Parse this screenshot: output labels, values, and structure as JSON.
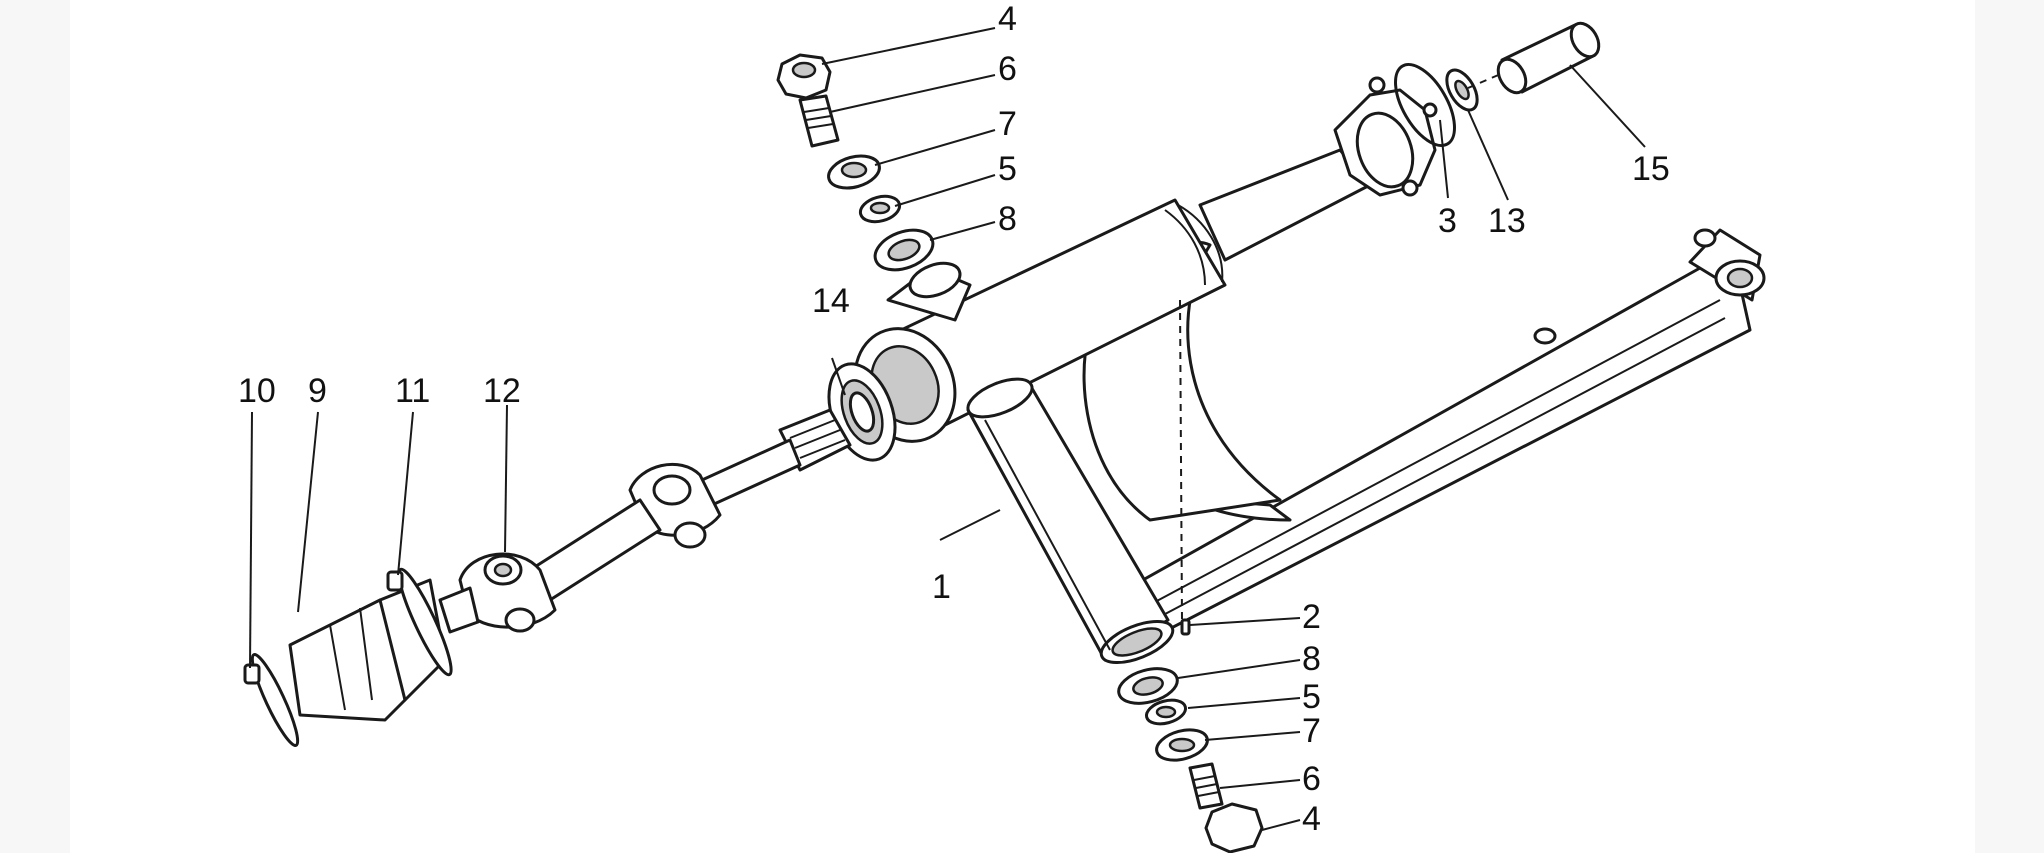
{
  "callouts": {
    "c1": "1",
    "c2": "2",
    "c3": "3",
    "c4_top": "4",
    "c4_bottom": "4",
    "c5_top": "5",
    "c5_bottom": "5",
    "c6_top": "6",
    "c6_bottom": "6",
    "c7_top": "7",
    "c7_bottom": "7",
    "c8_top": "8",
    "c8_bottom": "8",
    "c9": "9",
    "c10": "10",
    "c11": "11",
    "c12": "12",
    "c13": "13",
    "c14": "14",
    "c15": "15"
  }
}
